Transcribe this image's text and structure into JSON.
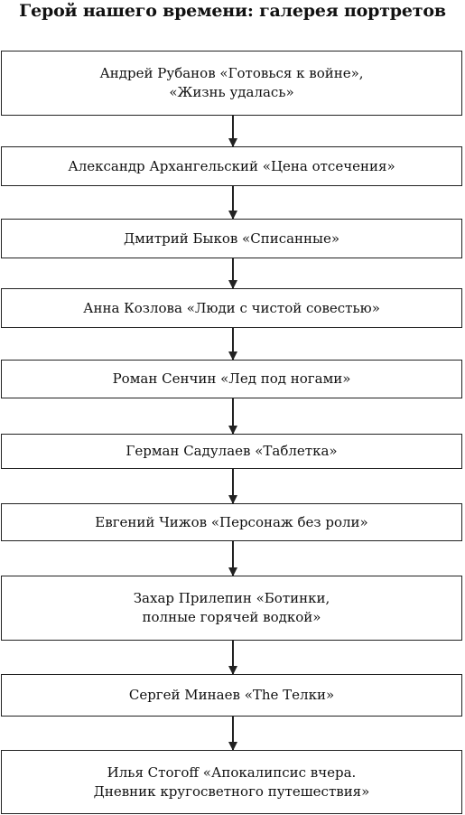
{
  "title": "Герой нашего времени: галерея портретов",
  "items": [
    {
      "lines": [
        "Андрей Рубанов «Готовься к войне»,",
        "«Жизнь удалась»"
      ]
    },
    {
      "lines": [
        "Александр Архангельский «Цена отсечения»"
      ]
    },
    {
      "lines": [
        "Дмитрий Быков «Списанные»"
      ]
    },
    {
      "lines": [
        "Анна Козлова «Люди с чистой совестью»"
      ]
    },
    {
      "lines": [
        "Роман Сенчин «Лед под ногами»"
      ]
    },
    {
      "lines": [
        "Герман Садулаев «Таблетка»"
      ]
    },
    {
      "lines": [
        "Евгений Чижов «Персонаж без роли»"
      ]
    },
    {
      "lines": [
        "Захар Прилепин «Ботинки,",
        "полные горячей водкой»"
      ]
    },
    {
      "lines": [
        "Сергей Минаев «The Телки»"
      ]
    },
    {
      "lines": [
        "Илья Стогоff «Апокалипсис вчера.",
        "Дневник кругосветного путешествия»"
      ]
    }
  ]
}
